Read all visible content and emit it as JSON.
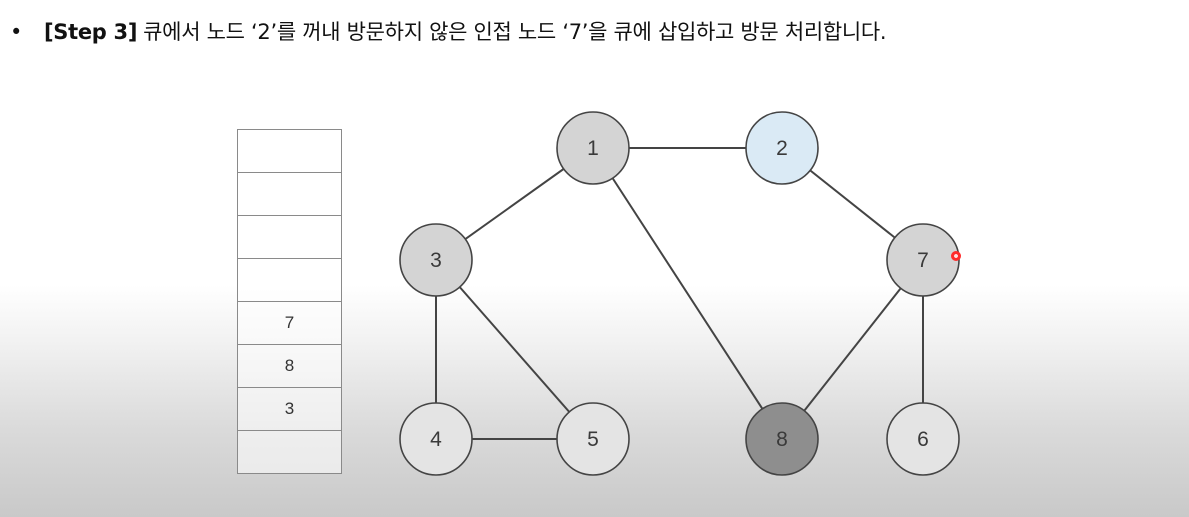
{
  "caption": {
    "bullet": "•",
    "step": "[Step 3]",
    "text": "큐에서 노드 ‘2’를 꺼내 방문하지 않은 인접 노드 ‘7’을 큐에 삽입하고 방문 처리합니다."
  },
  "queue": {
    "cells": [
      "",
      "",
      "",
      "",
      "7",
      "8",
      "3",
      ""
    ]
  },
  "graph": {
    "nodes": [
      {
        "id": "1",
        "label": "1",
        "state": "visited"
      },
      {
        "id": "2",
        "label": "2",
        "state": "current"
      },
      {
        "id": "3",
        "label": "3",
        "state": "visited"
      },
      {
        "id": "4",
        "label": "4",
        "state": "unvisited"
      },
      {
        "id": "5",
        "label": "5",
        "state": "unvisited"
      },
      {
        "id": "6",
        "label": "6",
        "state": "unvisited"
      },
      {
        "id": "7",
        "label": "7",
        "state": "visited"
      },
      {
        "id": "8",
        "label": "8",
        "state": "dark"
      }
    ],
    "edges": [
      [
        "1",
        "2"
      ],
      [
        "1",
        "3"
      ],
      [
        "1",
        "8"
      ],
      [
        "2",
        "7"
      ],
      [
        "3",
        "4"
      ],
      [
        "3",
        "5"
      ],
      [
        "4",
        "5"
      ],
      [
        "7",
        "8"
      ],
      [
        "7",
        "6"
      ]
    ],
    "colors": {
      "visited": "#d4d4d4",
      "current": "#daeaf5",
      "unvisited": "#e4e4e4",
      "dark": "#8e8e8e",
      "stroke": "#444444"
    }
  }
}
